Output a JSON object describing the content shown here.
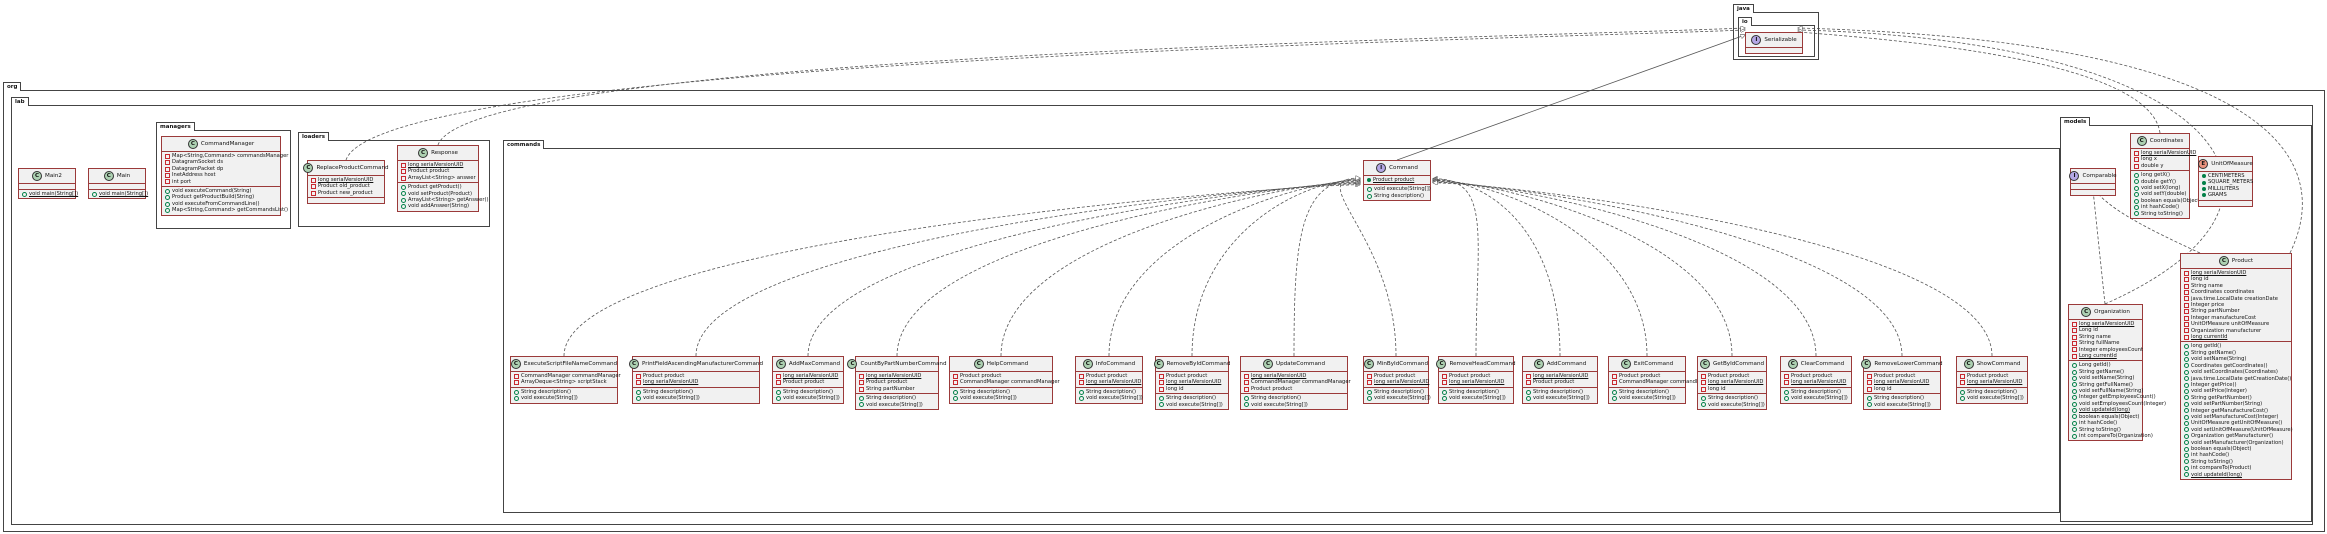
{
  "packages": {
    "java": "java",
    "io": "io",
    "org": "org",
    "lab": "lab",
    "managers": "managers",
    "loaders": "loaders",
    "commands": "commands",
    "models": "models"
  },
  "java_io": {
    "serializable": {
      "name": "Serializable"
    }
  },
  "lab_root": {
    "main2": {
      "name": "Main2",
      "methods": [
        "void main(String[])"
      ]
    },
    "main": {
      "name": "Main",
      "methods": [
        "void main(String[])"
      ]
    }
  },
  "managers": {
    "command_manager": {
      "name": "CommandManager",
      "fields": [
        "Map<String,Command> commandsManager",
        "DatagramSocket ds",
        "DatagramPacket dp",
        "InetAddress host",
        "int port"
      ],
      "methods": [
        "void executeCommand(String)",
        "Product getProductBuild(String)",
        "void executeFromCommandLine()",
        "Map<String,Command> getCommandsList()"
      ]
    }
  },
  "loaders": {
    "replace_product": {
      "name": "ReplaceProductCommand",
      "fields": [
        "long serialVersionUID",
        "Product old_product",
        "Product new_product"
      ]
    },
    "response": {
      "name": "Response",
      "fields": [
        "long serialVersionUID",
        "Product product",
        "ArrayList<String> answer"
      ],
      "methods": [
        "Product getProduct()",
        "void setProduct(Product)",
        "ArrayList<String> getAnswer()",
        "void addAnswer(String)"
      ]
    }
  },
  "commands": {
    "command": {
      "name": "Command",
      "fields": [
        "Product product"
      ],
      "methods": [
        "void execute(String[])",
        "String description()"
      ]
    },
    "list": [
      {
        "key": "execute_script",
        "name": "ExecuteScriptFileNameCommand",
        "fields": [
          "CommandManager commandManager",
          "ArrayDeque<String> scriptStack"
        ],
        "methods": [
          "String description()",
          "void execute(String[])"
        ]
      },
      {
        "key": "print_field",
        "name": "PrintFieldAscendingManufacturerCommand",
        "fields": [
          "Product product",
          "long serialVersionUID"
        ],
        "methods": [
          "String description()",
          "void execute(String[])"
        ]
      },
      {
        "key": "add_max",
        "name": "AddMaxCommand",
        "fields": [
          "long serialVersionUID",
          "Product product"
        ],
        "methods": [
          "String description()",
          "void execute(String[])"
        ]
      },
      {
        "key": "count_by_part",
        "name": "CountByPartNumberCommand",
        "fields": [
          "long serialVersionUID",
          "Product product",
          "String partNumber"
        ],
        "methods": [
          "String description()",
          "void execute(String[])"
        ]
      },
      {
        "key": "help",
        "name": "HelpCommand",
        "fields": [
          "Product product",
          "CommandManager commandManager"
        ],
        "methods": [
          "String description()",
          "void execute(String[])"
        ]
      },
      {
        "key": "info",
        "name": "InfoCommand",
        "fields": [
          "Product product",
          "long serialVersionUID"
        ],
        "methods": [
          "String description()",
          "void execute(String[])"
        ]
      },
      {
        "key": "remove_by_id",
        "name": "RemoveByIdCommand",
        "fields": [
          "Product product",
          "long serialVersionUID",
          "long id"
        ],
        "methods": [
          "String description()",
          "void execute(String[])"
        ]
      },
      {
        "key": "update",
        "name": "UpdateCommand",
        "fields": [
          "long serialVersionUID",
          "CommandManager commandManager",
          "Product product"
        ],
        "methods": [
          "String description()",
          "void execute(String[])"
        ]
      },
      {
        "key": "min_by_id",
        "name": "MinByIdCommand",
        "fields": [
          "Product product",
          "long serialVersionUID"
        ],
        "methods": [
          "String description()",
          "void execute(String[])"
        ]
      },
      {
        "key": "remove_head",
        "name": "RemoveHeadCommand",
        "fields": [
          "Product product",
          "long serialVersionUID"
        ],
        "methods": [
          "String description()",
          "void execute(String[])"
        ]
      },
      {
        "key": "add",
        "name": "AddCommand",
        "fields": [
          "long serialVersionUID",
          "Product product"
        ],
        "methods": [
          "String description()",
          "void execute(String[])"
        ]
      },
      {
        "key": "exit",
        "name": "ExitCommand",
        "fields": [
          "Product product",
          "CommandManager commandManager"
        ],
        "methods": [
          "String description()",
          "void execute(String[])"
        ]
      },
      {
        "key": "get_by_id",
        "name": "GetByIdCommand",
        "fields": [
          "Product product",
          "long serialVersionUID",
          "long id"
        ],
        "methods": [
          "String description()",
          "void execute(String[])"
        ]
      },
      {
        "key": "clear",
        "name": "ClearCommand",
        "fields": [
          "Product product",
          "long serialVersionUID"
        ],
        "methods": [
          "String description()",
          "void execute(String[])"
        ]
      },
      {
        "key": "remove_lower",
        "name": "RemoveLowerCommand",
        "fields": [
          "Product product",
          "long serialVersionUID",
          "long id"
        ],
        "methods": [
          "String description()",
          "void execute(String[])"
        ]
      },
      {
        "key": "show",
        "name": "ShowCommand",
        "fields": [
          "Product product",
          "long serialVersionUID"
        ],
        "methods": [
          "String description()",
          "void execute(String[])"
        ]
      }
    ]
  },
  "models": {
    "coordinates": {
      "name": "Coordinates",
      "fields": [
        "long serialVersionUID",
        "long x",
        "double y"
      ],
      "methods": [
        "long getX()",
        "double getY()",
        "void setX(long)",
        "void setY(double)",
        "boolean equals(Object)",
        "int hashCode()",
        "String toString()"
      ]
    },
    "comparable": {
      "name": "Comparable"
    },
    "unit": {
      "name": "UnitOfMeasure",
      "values": [
        "CENTIMETERS",
        "SQUARE_METERS",
        "MILLILITERS",
        "GRAMS"
      ]
    },
    "organization": {
      "name": "Organization",
      "fields": [
        "long serialVersionUID",
        "Long id",
        "String name",
        "String fullName",
        "Integer employeesCount",
        "Long currentId"
      ],
      "methods": [
        "Long getId()",
        "String getName()",
        "void setName(String)",
        "String getFullName()",
        "void setFullName(String)",
        "Integer getEmployeesCount()",
        "void setEmployeesCount(Integer)",
        "void updateId(long)",
        "boolean equals(Object)",
        "int hashCode()",
        "String toString()",
        "int compareTo(Organization)"
      ]
    },
    "product": {
      "name": "Product",
      "fields": [
        "long serialVersionUID",
        "long id",
        "String name",
        "Coordinates coordinates",
        "java.time.LocalDate creationDate",
        "Integer price",
        "String partNumber",
        "Integer manufactureCost",
        "UnitOfMeasure unitOfMeasure",
        "Organization manufacturer",
        "long currentId"
      ],
      "methods": [
        "long getId()",
        "String getName()",
        "void setName(String)",
        "Coordinates getCoordinates()",
        "void setCoordinates(Coordinates)",
        "java.time.LocalDate getCreationDate()",
        "Integer getPrice()",
        "void setPrice(Integer)",
        "String getPartNumber()",
        "void setPartNumber(String)",
        "Integer getManufactureCost()",
        "void setManufactureCost(Integer)",
        "UnitOfMeasure getUnitOfMeasure()",
        "void setUnitOfMeasure(UnitOfMeasure)",
        "Organization getManufacturer()",
        "void setManufacturer(Organization)",
        "boolean equals(Object)",
        "int hashCode()",
        "String toString()",
        "int compareTo(Product)",
        "void updateId(long)"
      ]
    }
  },
  "multiplicity": "1"
}
